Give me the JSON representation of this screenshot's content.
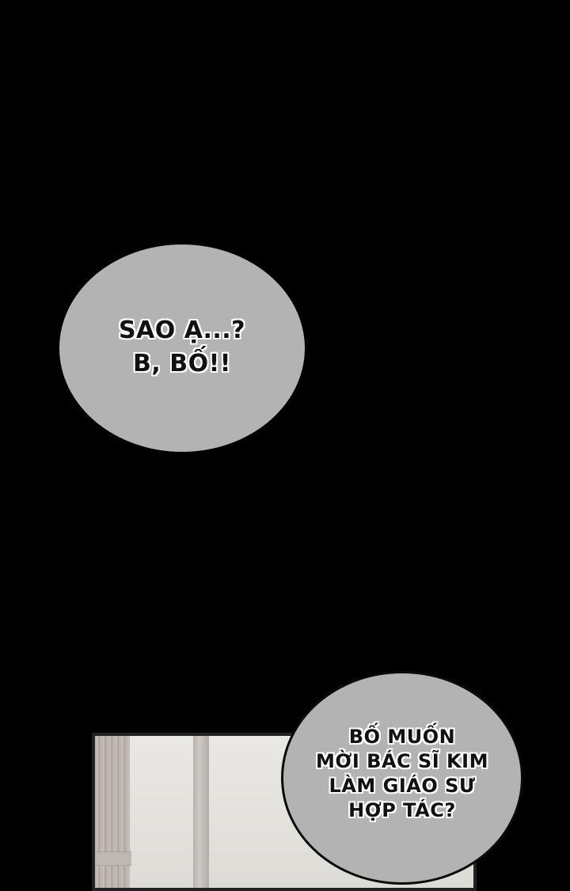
{
  "page": {
    "background_color": "#000000"
  },
  "bubbles": [
    {
      "id": "bubble-1",
      "fill_color": "#b3b3b3",
      "lines": [
        "SAO Ạ...?",
        "B, BỐ!!"
      ]
    },
    {
      "id": "bubble-2",
      "fill_color": "#b3b3b3",
      "lines": [
        "BỐ MUỐN",
        "MỜI BÁC SĨ KIM",
        "LÀM GIÁO SƯ",
        "HỢP TÁC?"
      ]
    }
  ],
  "panel": {
    "description": "interior window scene with curtain and pillar",
    "tones": [
      "#e9e8e4",
      "#b9b1ab"
    ]
  }
}
